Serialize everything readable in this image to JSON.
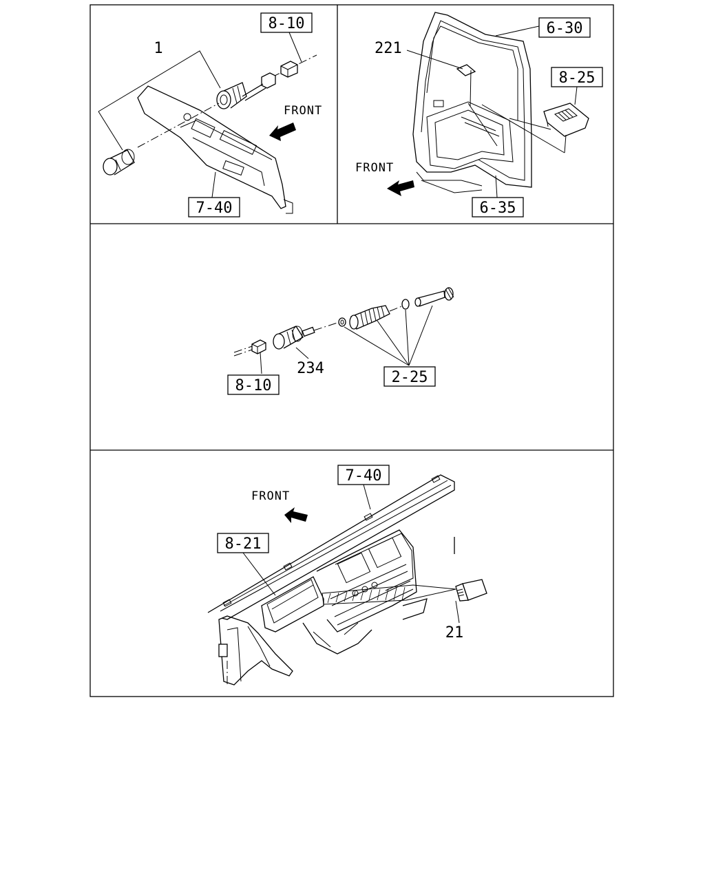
{
  "panels": {
    "top_left": {
      "callout_1": "1",
      "ref_8_10": "8-10",
      "ref_7_40": "7-40",
      "front": "FRONT"
    },
    "top_right": {
      "callout_221": "221",
      "ref_6_30": "6-30",
      "ref_8_25": "8-25",
      "ref_6_35": "6-35",
      "front": "FRONT"
    },
    "middle": {
      "callout_234": "234",
      "ref_8_10": "8-10",
      "ref_2_25": "2-25"
    },
    "bottom": {
      "ref_7_40": "7-40",
      "ref_8_21": "8-21",
      "callout_21": "21",
      "front": "FRONT"
    }
  },
  "colors": {
    "line": "#000000",
    "background": "#ffffff"
  }
}
